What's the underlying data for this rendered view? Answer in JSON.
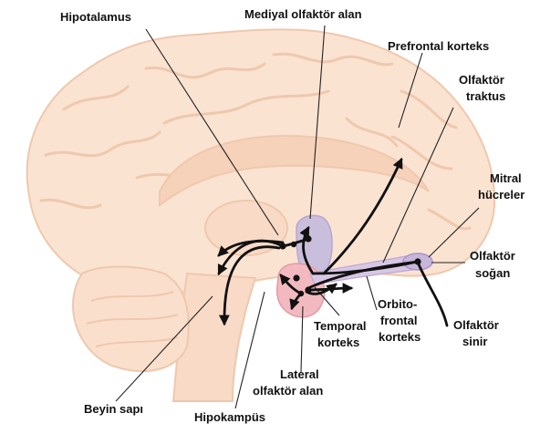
{
  "colors": {
    "brain_fill": "#fbe3d2",
    "brain_outline": "#efc8ad",
    "medial_area": "#c9bedb",
    "lateral_area": "#f2bac0",
    "bulb": "#c7b6dc",
    "leader": "#222222",
    "arrow": "#111111",
    "label": "#111111"
  },
  "labels": {
    "hipotalamus": "Hipotalamus",
    "mediyal_olfaktor_alan": "Mediyal olfaktör alan",
    "prefrontal_korteks": "Prefrontal korteks",
    "olfaktor_traktus_1": "Olfaktör",
    "olfaktor_traktus_2": "traktus",
    "mitral_hucreler_1": "Mitral",
    "mitral_hucreler_2": "hücreler",
    "olfaktor_sogan_1": "Olfaktör",
    "olfaktor_sogan_2": "soğan",
    "olfaktor_sinir_1": "Olfaktör",
    "olfaktor_sinir_2": "sinir",
    "orbitofrontal_1": "Orbito-",
    "orbitofrontal_2": "frontal",
    "orbitofrontal_3": "korteks",
    "temporal_korteks_1": "Temporal",
    "temporal_korteks_2": "korteks",
    "lateral_olfaktor_alan_1": "Lateral",
    "lateral_olfaktor_alan_2": "olfaktör alan",
    "beyin_sapi": "Beyin sapı",
    "hipokampus": "Hipokampüs"
  }
}
